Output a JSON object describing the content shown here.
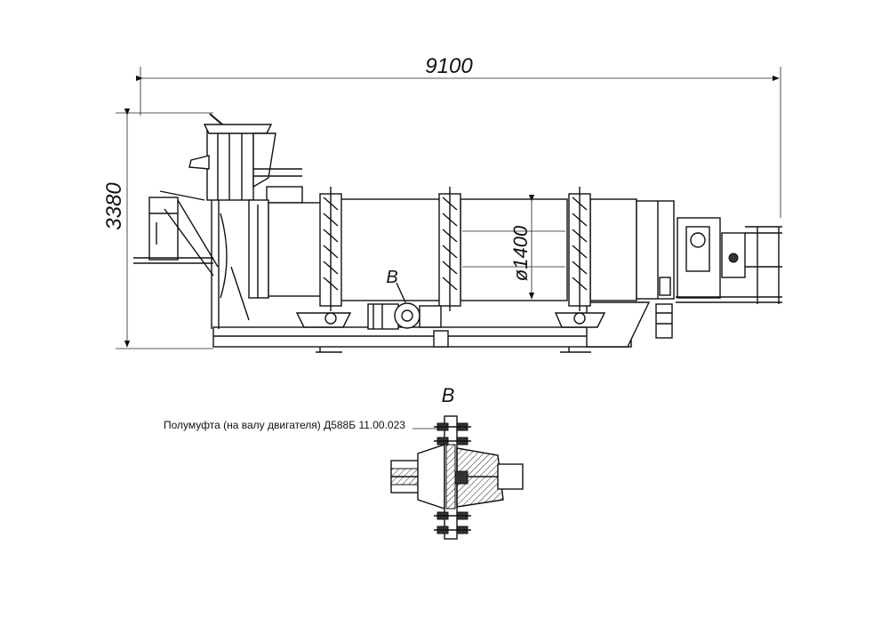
{
  "dimensions": {
    "overall_length": "9100",
    "overall_height": "3380",
    "drum_diameter": "ø1400"
  },
  "detail": {
    "callout_label": "B",
    "view_title": "B",
    "coupling_caption": "Полумуфта (на валу двигателя) Д588Б 11.00.023"
  }
}
